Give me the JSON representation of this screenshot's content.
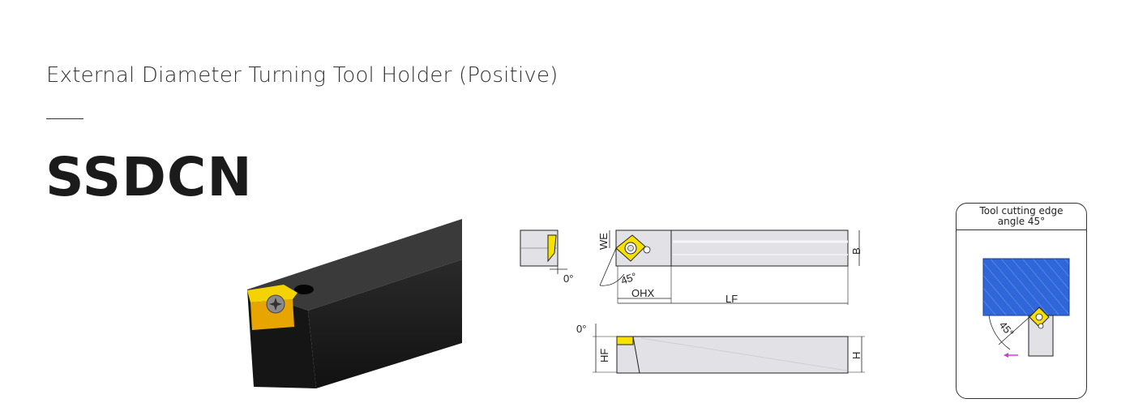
{
  "header": {
    "category": "External Diameter Turning Tool Holder (Positive)",
    "model": "SSDCN"
  },
  "drawing": {
    "end_view_angle": "0°",
    "top_view": {
      "we": "WE",
      "b": "B",
      "angle": "45°",
      "ohx": "OHX",
      "lf": "LF"
    },
    "side_view": {
      "angle": "0°",
      "hf": "HF",
      "h": "H"
    }
  },
  "angle_card": {
    "caption_line1": "Tool cutting edge",
    "caption_line2": "angle 45°",
    "angle": "45°"
  },
  "colors": {
    "insert": "#f7e100",
    "body": "#1a1a1a",
    "drawing_fill": "#e2e2e6",
    "workpiece": "#2f66d8",
    "feed_arrow": "#d23cd2"
  }
}
